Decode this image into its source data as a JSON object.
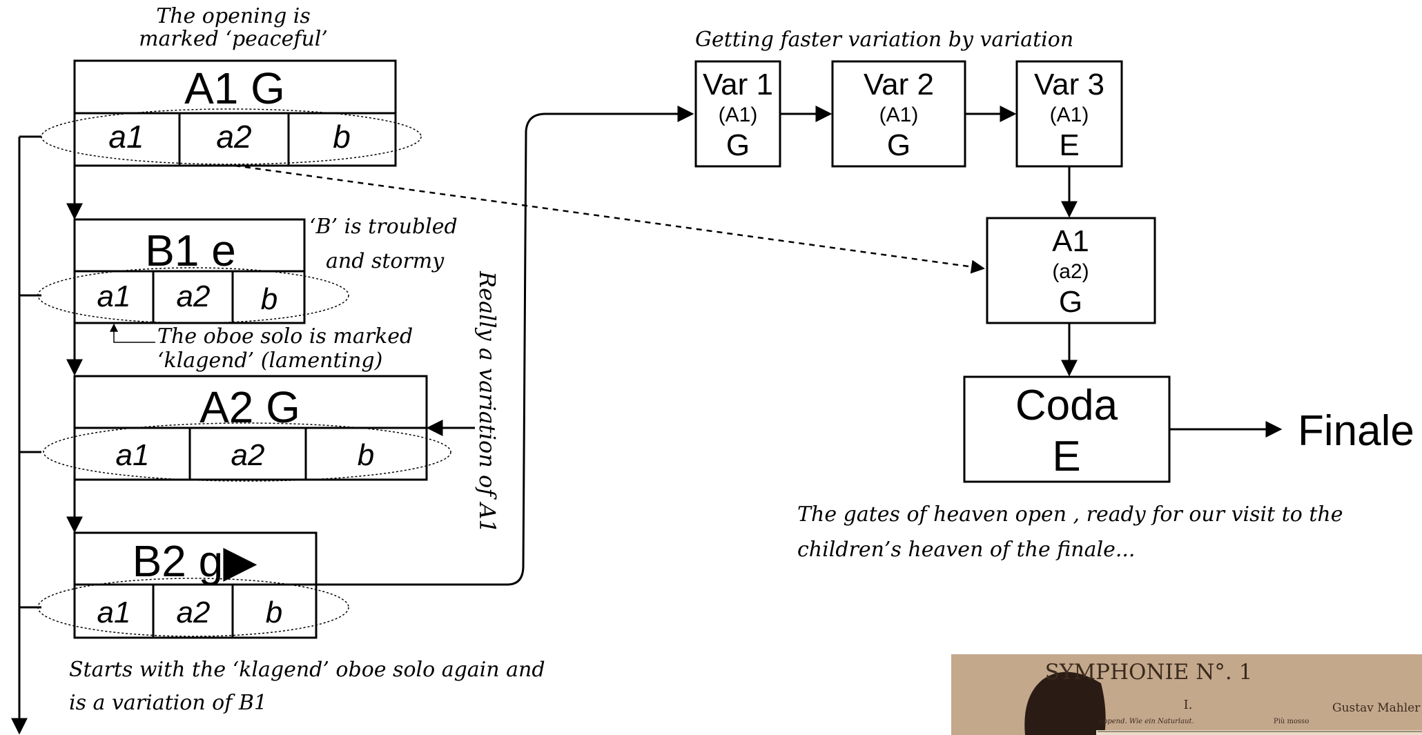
{
  "notes": {
    "opening_line1": "The opening is",
    "opening_line2": "marked ‘peaceful’",
    "getting_faster": "Getting faster variation by variation",
    "b_troubled_line1": "‘B’ is troubled",
    "b_troubled_line2": "and stormy",
    "oboe_line1": "The oboe solo is marked",
    "oboe_line2": "‘klagend’ (lamenting)",
    "really_variation": "Really a variation of A1",
    "gates_line1": "The gates of heaven open , ready for our visit to the",
    "gates_line2": "children’s heaven of the finale...",
    "starts_line1": "Starts with the ‘klagend’ oboe solo again and",
    "starts_line2": "is a variation of B1"
  },
  "sections": {
    "a1": {
      "title": "A1 G",
      "subs": [
        "a1",
        "a2",
        "b"
      ]
    },
    "b1": {
      "title": "B1 e",
      "subs": [
        "a1",
        "a2",
        "b"
      ]
    },
    "a2": {
      "title": "A2 G",
      "subs": [
        "a1",
        "a2",
        "b"
      ]
    },
    "b2": {
      "title": "B2 g▶",
      "subs": [
        "a1",
        "a2",
        "b"
      ]
    }
  },
  "variations": [
    {
      "name": "Var 1",
      "theme": "(A1)",
      "key": "G"
    },
    {
      "name": "Var 2",
      "theme": "(A1)",
      "key": "G"
    },
    {
      "name": "Var 3",
      "theme": "(A1)",
      "key": "E"
    }
  ],
  "return_a1": {
    "name": "A1",
    "theme": "(a2)",
    "key": "G"
  },
  "coda": {
    "name": "Coda",
    "key": "E"
  },
  "finale": "Finale",
  "score_image": {
    "title": "SYMPHONIE N°. 1",
    "movement": "I.",
    "composer": "Gustav Mahler",
    "tempo_left": "eppend. Wie ein Naturlaut.",
    "tempo_right": "Più mosso"
  }
}
